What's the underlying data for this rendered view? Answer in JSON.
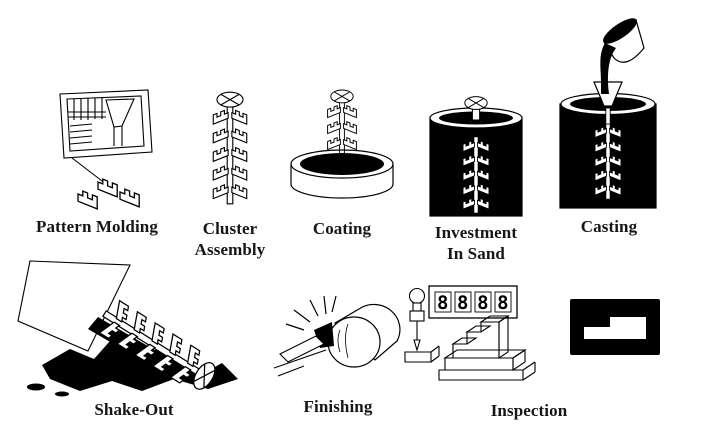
{
  "colors": {
    "ink": "#000000",
    "paper": "#ffffff"
  },
  "steps": [
    {
      "id": "pattern-molding",
      "icon": "pattern-molding-icon",
      "lines": [
        "Pattern Molding"
      ]
    },
    {
      "id": "cluster-assembly",
      "icon": "cluster-assembly-icon",
      "lines": [
        "Cluster",
        "Assembly"
      ]
    },
    {
      "id": "coating",
      "icon": "coating-icon",
      "lines": [
        "Coating"
      ]
    },
    {
      "id": "investment-in-sand",
      "icon": "investment-in-sand-icon",
      "lines": [
        "Investment",
        "In Sand"
      ]
    },
    {
      "id": "casting",
      "icon": "casting-icon",
      "lines": [
        "Casting"
      ]
    },
    {
      "id": "shake-out",
      "icon": "shake-out-icon",
      "lines": [
        "Shake-Out"
      ]
    },
    {
      "id": "finishing",
      "icon": "finishing-icon",
      "lines": [
        "Finishing"
      ]
    },
    {
      "id": "inspection",
      "icon": "inspection-icon",
      "lines": [
        "Inspection"
      ]
    },
    {
      "id": "finished-part",
      "icon": "finished-part-icon",
      "lines": []
    }
  ],
  "inspection_display": "8888"
}
